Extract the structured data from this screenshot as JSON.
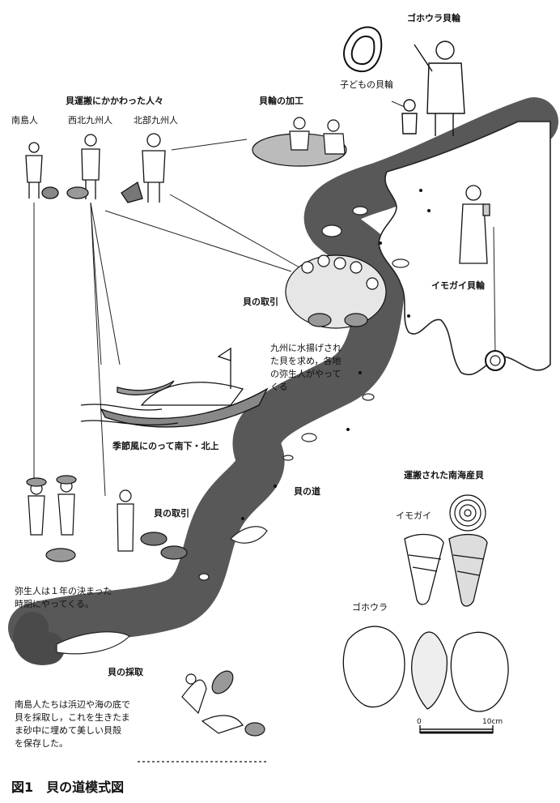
{
  "labels": {
    "gohoura_ring": "ゴホウラ貝輪",
    "child_ring": "子どもの貝輪",
    "carriers": "貝運搬にかかわった人々",
    "nantou": "南島人",
    "seihoku": "西北九州人",
    "hokubu": "北部九州人",
    "processing": "貝輪の加工",
    "trade_upper": "貝の取引",
    "imogai_ring": "イモガイ貝輪",
    "kyushu_note": [
      "九州に水揚げされ",
      "た貝を求め，各地",
      "の弥生人がやって",
      "くる"
    ],
    "monsoon": "季節風にのって南下・北上",
    "shell_road": "貝の道",
    "trade_lower": "貝の取引",
    "yayoi_note": [
      "弥生人は１年の決まった",
      "時期にやってくる。"
    ],
    "harvest": "貝の採取",
    "harvest_note": [
      "南島人たちは浜辺や海の底で",
      "貝を採取し，これを生きたま",
      "ま砂中に埋めて美しい貝殻",
      "を保存した。"
    ],
    "transported": "運搬された南海産貝",
    "imogai": "イモガイ",
    "gohoura": "ゴホウラ",
    "scale_zero": "0",
    "scale_ten": "10cm"
  },
  "caption": "図1　貝の道模式図"
}
